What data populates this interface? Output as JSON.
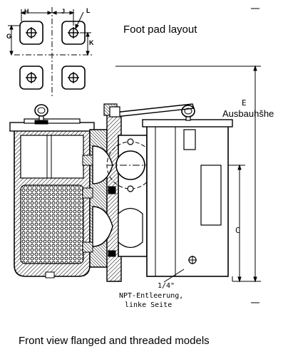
{
  "titles": {
    "foot_pad": "Foot pad layout",
    "front_view": "Front view flanged and threaded models"
  },
  "dimension_letters": {
    "H": "H",
    "J": "J",
    "L": "L",
    "G": "G",
    "K": "K",
    "E": "E",
    "C": "C"
  },
  "labels": {
    "removal_height": "Ausbauhšhe",
    "drain_size": "1/4\"",
    "drain_type": "NPT-Entleerung,",
    "drain_side": "linke Seite"
  }
}
